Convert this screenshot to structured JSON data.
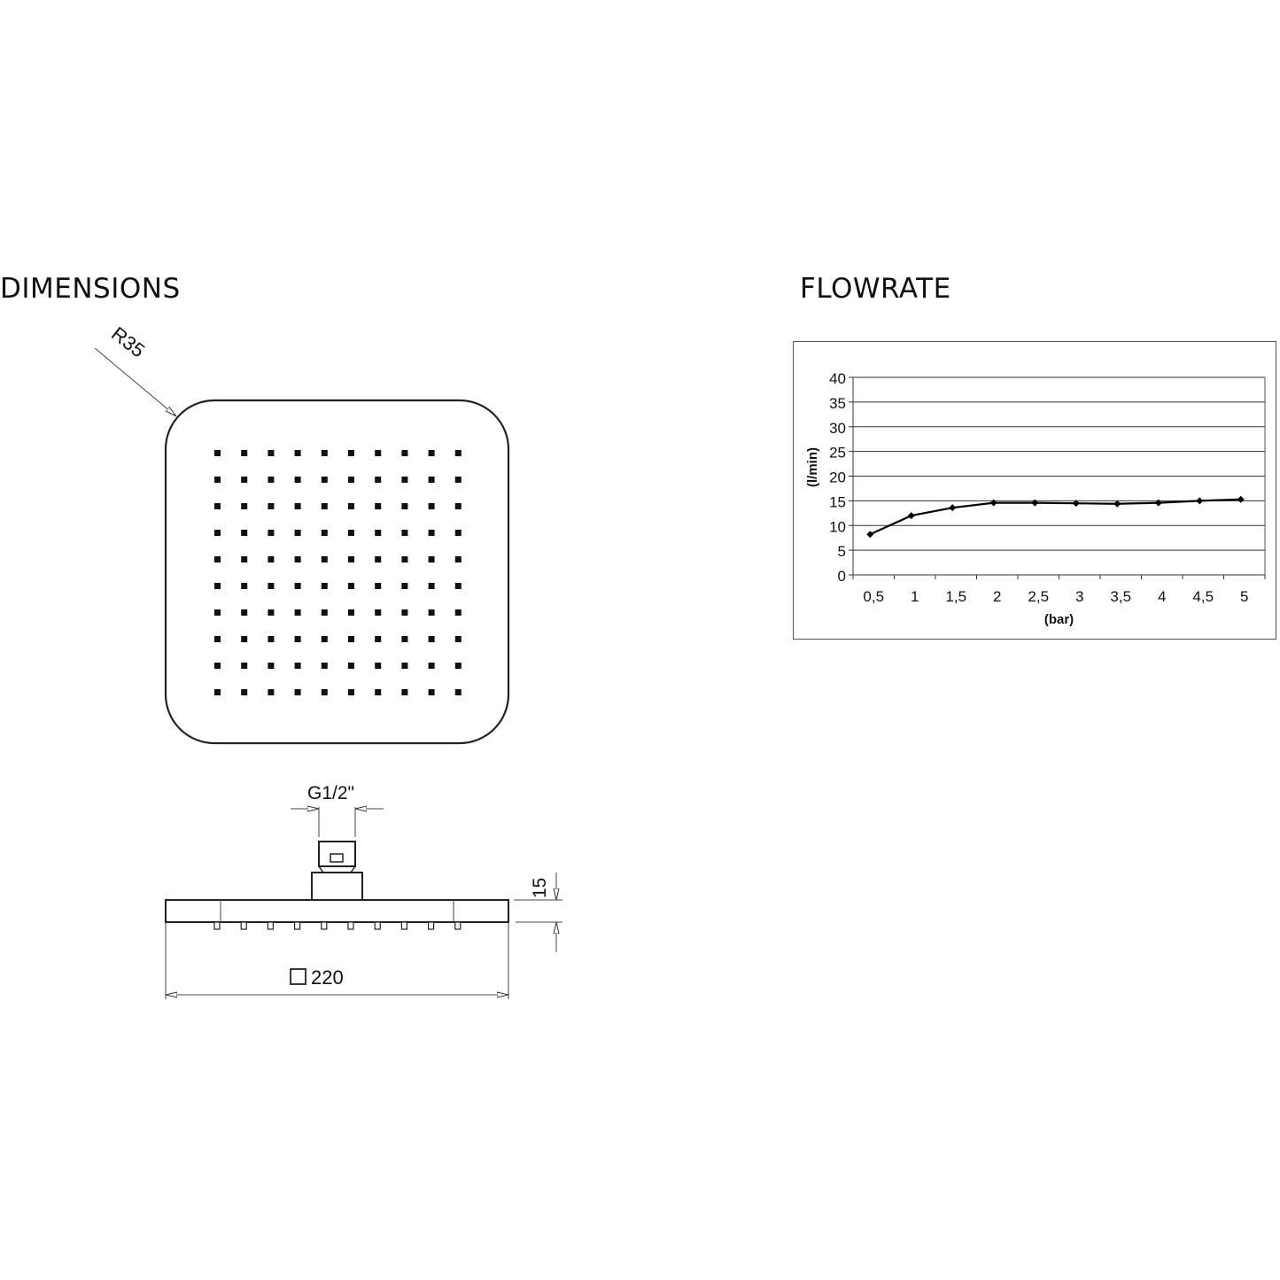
{
  "sections": {
    "dimensions": {
      "title": "DIMENSIONS",
      "radius_label": "R35",
      "thread_label": "G1/2\"",
      "height_label": "15",
      "width_label": "220",
      "width_symbol": "square",
      "nozzle_grid": {
        "rows": 10,
        "cols": 10
      }
    },
    "flowrate": {
      "title": "FLOWRATE"
    }
  },
  "chart_data": {
    "type": "line",
    "title": "FLOWRATE",
    "xlabel": "(bar)",
    "ylabel": "(l/min)",
    "categories": [
      "0,5",
      "1",
      "1,5",
      "2",
      "2,5",
      "3",
      "3,5",
      "4",
      "4,5",
      "5"
    ],
    "series": [
      {
        "name": "Flowrate",
        "values": [
          8.2,
          12.0,
          13.6,
          14.6,
          14.6,
          14.5,
          14.4,
          14.6,
          15.0,
          15.3
        ]
      }
    ],
    "yticks": [
      "0",
      "5",
      "10",
      "15",
      "20",
      "25",
      "30",
      "35",
      "40"
    ],
    "ylim": [
      0,
      40
    ],
    "grid": true,
    "legend": "none"
  }
}
